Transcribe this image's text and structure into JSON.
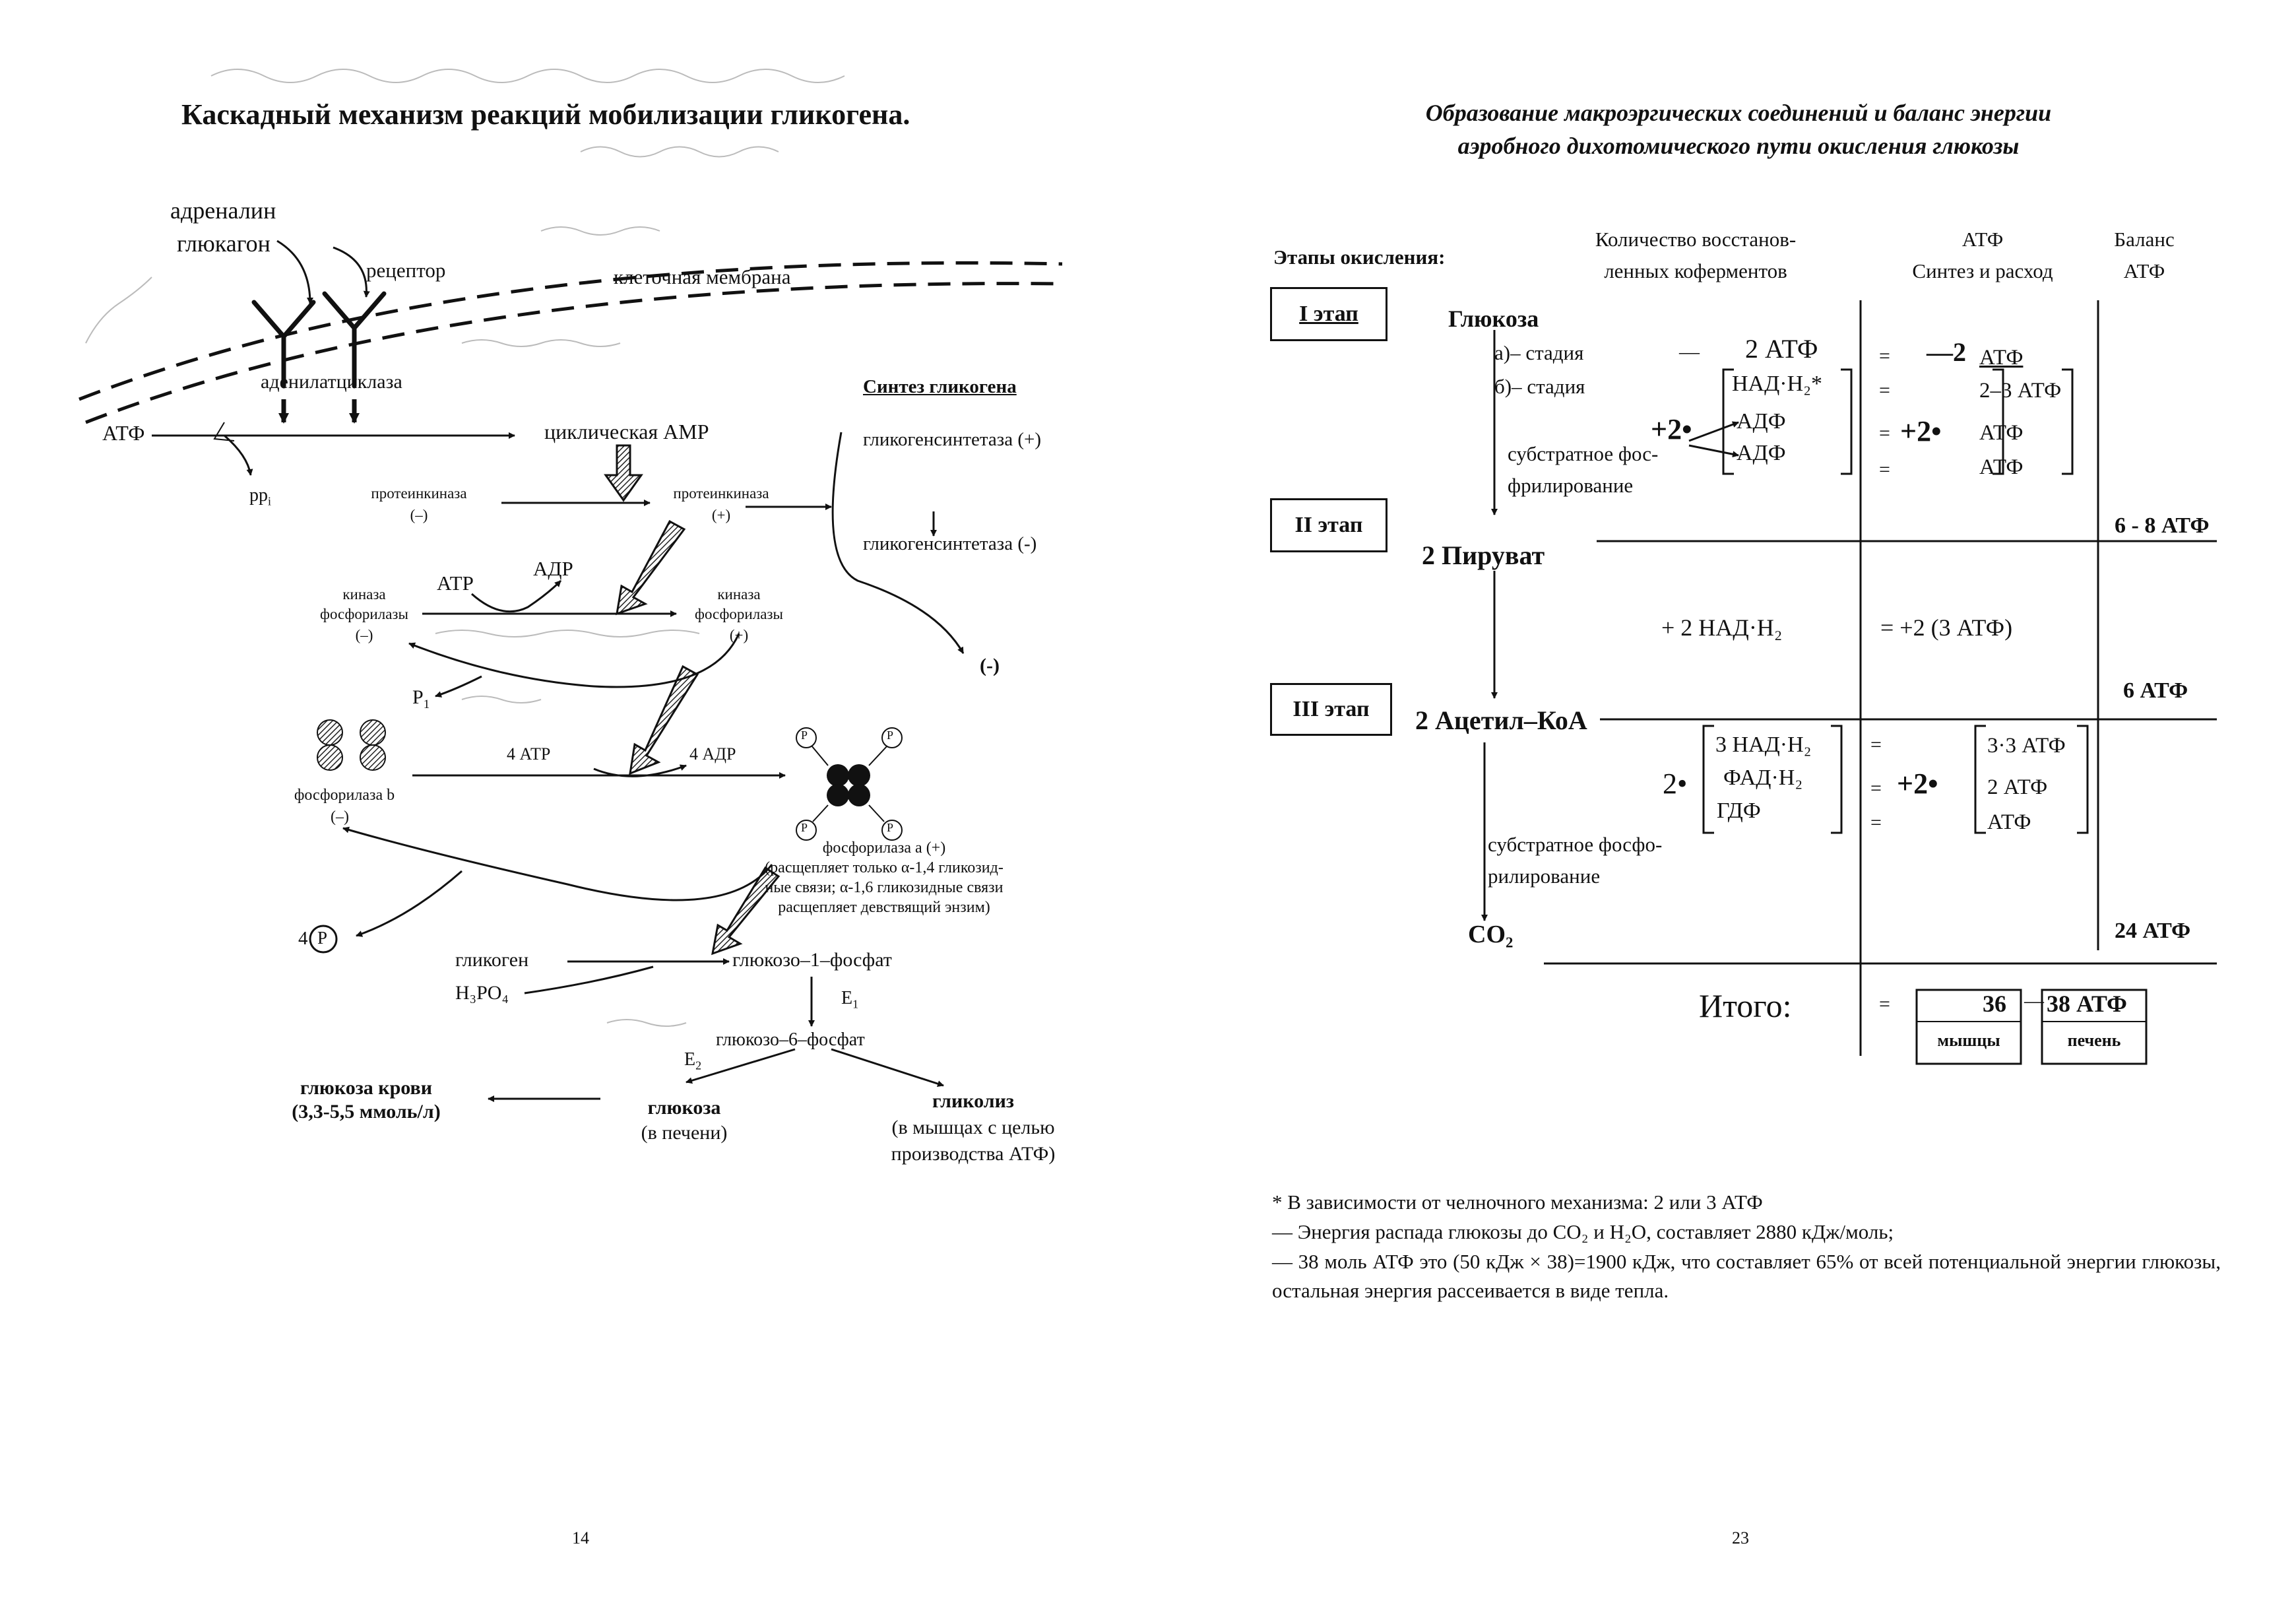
{
  "left": {
    "title": "Каскадный механизм реакций мобилизации гликогена.",
    "hormone1": "адреналин",
    "hormone2": "глюкагон",
    "receptor": "рецептор",
    "membrane": "клеточная мембрана",
    "adenylate_cyclase": "аденилатциклаза",
    "atp": "АТФ",
    "camp": "циклическая АМР",
    "ppi": "pp",
    "ppi_sub": "i",
    "pk_inactive1": "протеинкиназа",
    "pk_inactive2": "(–)",
    "pk_active1": "протеинкиназа",
    "pk_active2": "(+)",
    "glycogen_synthesis": "Синтез гликогена",
    "gs_plus": "гликогенсинтетаза  (+)",
    "gs_minus": "гликогенсинтетаза  (-)",
    "minus_end": "(-)",
    "atr": "АТР",
    "adr": "АДР",
    "pk_inactive_line1": "киназа",
    "pk_inactive_line2": "фосфорилазы",
    "pk_inactive_line3": "(–)",
    "pk_active_line1": "киназа",
    "pk_active_line2": "фосфорилазы",
    "pk_active_line3": "(+)",
    "pi": "P",
    "pi_sub": "1",
    "atr4": "4 АТР",
    "adr4": "4 АДР",
    "phos_b1": "фосфорилаза b",
    "phos_b2": "(–)",
    "phos_a": "фосфорилаза а (+)",
    "phos_a_note1": "(расщепляет только α-1,4 гликозид-",
    "phos_a_note2": "ные связи; α-1,6 гликозидные связи",
    "phos_a_note3": "расщепляет девствящий энзим)",
    "p_label": "P",
    "four_p": "4",
    "glycogen": "гликоген",
    "h3po4": "H₃PO₄",
    "g1p": "глюкозо–1–фосфат",
    "e1": "E",
    "e1_sub": "1",
    "g6p": "глюкозо–6–фосфат",
    "e2": "E",
    "e2_sub": "2",
    "blood_glucose1": "глюкоза крови",
    "blood_glucose2": "(3,3-5,5 ммоль/л)",
    "glucose1": "глюкоза",
    "glucose2": "(в печени)",
    "glycolysis1": "гликолиз",
    "glycolysis2": "(в мышцах с целью",
    "glycolysis3": "производства АТФ)",
    "page": "14"
  },
  "right": {
    "title1": "Образование макроэргических соединений и баланс энергии",
    "title2": "аэробного дихотомического пути окисления глюкозы",
    "col_stages": "Этапы окисления:",
    "col_coenz1": "Количество восстанов-",
    "col_coenz2": "ленных коферментов",
    "col_atp1": "АТФ",
    "col_atp2": "Синтез и расход",
    "col_bal1": "Баланс",
    "col_bal2": "АТФ",
    "stage1": "I этап",
    "stage2": "II этап",
    "stage3": "III этап",
    "glucose": "Глюкоза",
    "stage_a": "а)– стадия",
    "stage_b": "б)– стадия",
    "dash": "—",
    "two_atp": "2 АТФ",
    "nadh_star": "НАД·Н₂*",
    "plus2": "+2•",
    "adf1": "АДФ",
    "adf2": "АДФ",
    "substrate1": "субстратное фос-",
    "substrate2": "фрилирование",
    "eq": "=",
    "minus2atp_num": "—2",
    "minus2atp": "АТФ",
    "r_2_3": "2–3 АТФ",
    "r_plus2": "+2•",
    "r_atp1": "АТФ",
    "r_atp2": "АТФ",
    "bal1": "6 - 8 АТФ",
    "pyruvate": "2 Пируват",
    "nadh2": "+ 2 НАД·Н₂",
    "eq_plus2": "=  +2 (3 АТФ)",
    "bal2": "6 АТФ",
    "acetyl": "2 Ацетил–КоА",
    "two_dot": "2•",
    "nadh3": "3 НАД·Н₂",
    "fadh": "ФАД·Н₂",
    "gdf": "ГДФ",
    "r3_plus2": "+2•",
    "r3_a": "3·3 АТФ",
    "r3_b": "2 АТФ",
    "r3_c": "АТФ",
    "substrate3": "субстратное фосфо-",
    "substrate4": "рилирование",
    "co2": "CO₂",
    "bal3": "24 АТФ",
    "total": "Итого:",
    "total_36": "36",
    "total_38": "38 АТФ",
    "muscles": "мышцы",
    "liver": "печень",
    "note_star": "* В зависимости от челночного механизма: 2 или 3 АТФ",
    "note_1": "— Энергия распада глюкозы до CO₂ и H₂O, составляет 2880 кДж/моль;",
    "note_2": "— 38 моль АТФ это (50 кДж × 38)=1900 кДж, что составляет 65% от всей потенциальной энергии глюкозы, остальная энергия рассеивается в виде тепла.",
    "page": "23"
  }
}
